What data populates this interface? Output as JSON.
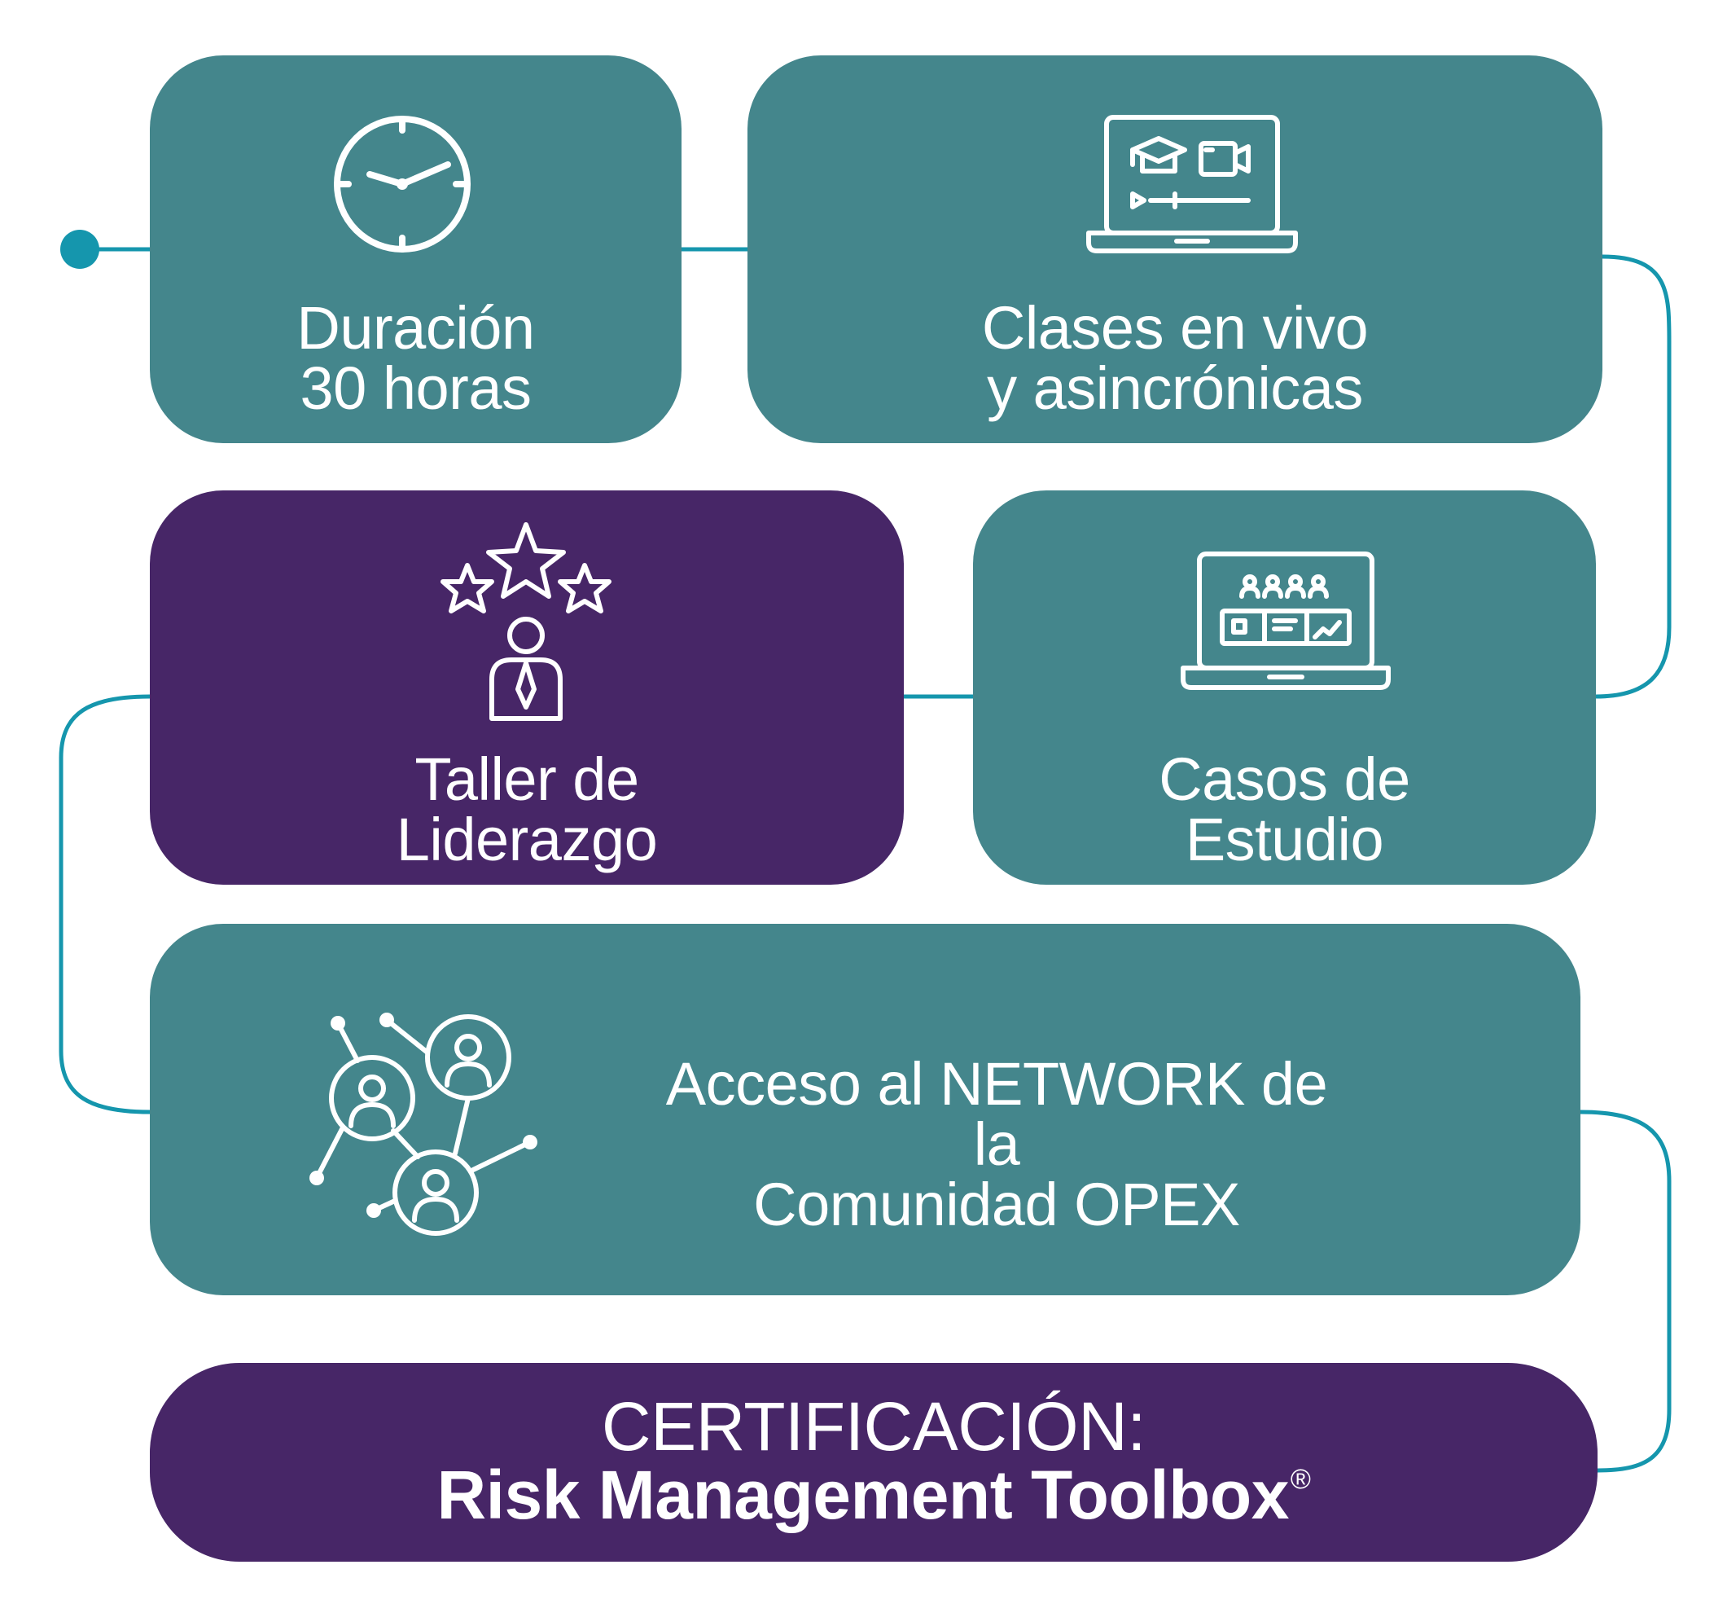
{
  "colors": {
    "teal": "#44868c",
    "purple": "#472667",
    "connector": "#1596ad",
    "text": "#ffffff"
  },
  "cards": {
    "duracion": {
      "line1": "Duración",
      "line2": "30 horas",
      "icon": "clock-icon"
    },
    "clases": {
      "line1": "Clases en vivo",
      "line2": "y asincrónicas",
      "icon": "laptop-online-class-icon"
    },
    "taller": {
      "line1": "Taller de",
      "line2": "Liderazgo",
      "icon": "leader-stars-icon"
    },
    "casos": {
      "line1": "Casos de",
      "line2": "Estudio",
      "icon": "laptop-case-study-icon"
    },
    "network": {
      "line1": "Acceso al NETWORK de la",
      "line2": "Comunidad OPEX",
      "icon": "network-people-icon"
    },
    "certificacion": {
      "line1": "CERTIFICACIÓN:",
      "line2": "Risk Management Toolbox",
      "mark": "®"
    }
  }
}
